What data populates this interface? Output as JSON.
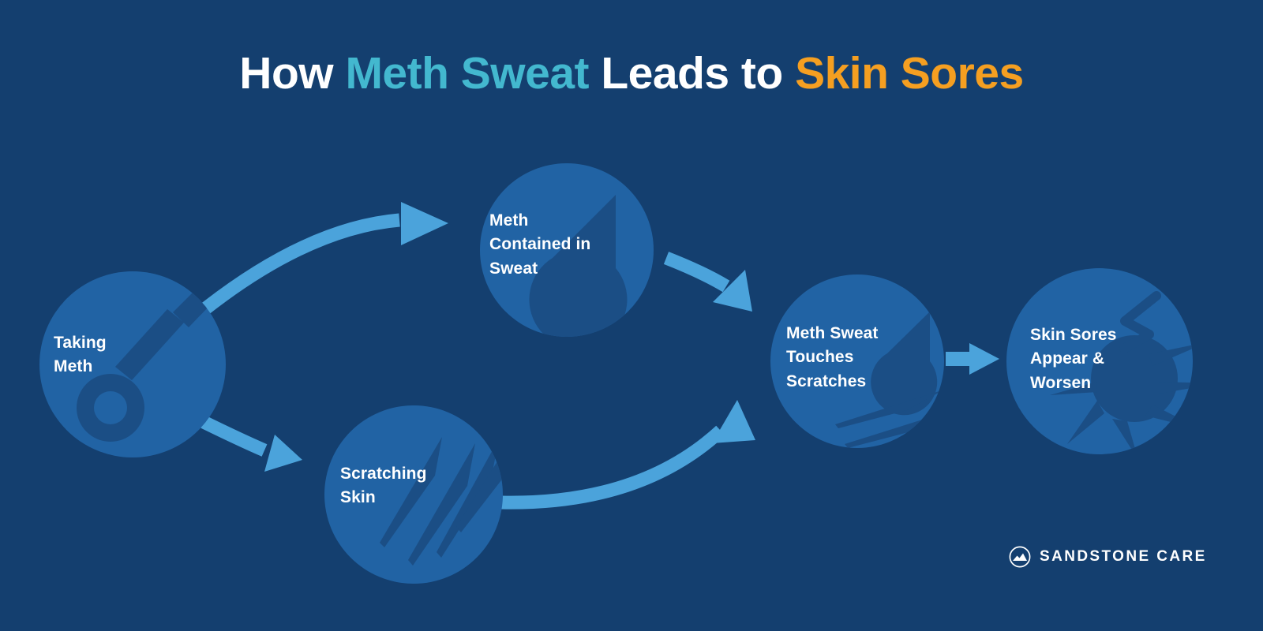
{
  "title": {
    "part1": "How ",
    "part2": "Meth Sweat",
    "part3": " Leads to ",
    "part4": "Skin Sores",
    "full": "How Meth Sweat Leads to Skin Sores"
  },
  "colors": {
    "background": "#143f6f",
    "node_circle": "#2163a4",
    "icon": "#1b4e85",
    "arrow": "#4ba3db",
    "title_white": "#ffffff",
    "title_teal": "#43b8cf",
    "title_orange": "#f59f21"
  },
  "nodes": [
    {
      "id": "taking-meth",
      "label": "Taking\nMeth",
      "icon": "meth-pipe-icon"
    },
    {
      "id": "meth-in-sweat",
      "label": "Meth\nContained in\nSweat",
      "icon": "water-droplet-icon"
    },
    {
      "id": "scratching-skin",
      "label": "Scratching\nSkin",
      "icon": "scratch-marks-icon"
    },
    {
      "id": "sweat-touches",
      "label": "Meth Sweat\nTouches\nScratches",
      "icon": "droplet-on-scratches-icon"
    },
    {
      "id": "skin-sores",
      "label": "Skin Sores\nAppear &\nWorsen",
      "icon": "skin-sore-burst-icon"
    }
  ],
  "arrows": [
    {
      "id": "arrow-taking-to-sweat",
      "from": "taking-meth",
      "to": "meth-in-sweat"
    },
    {
      "id": "arrow-taking-to-scratching",
      "from": "taking-meth",
      "to": "scratching-skin"
    },
    {
      "id": "arrow-sweat-to-touches",
      "from": "meth-in-sweat",
      "to": "sweat-touches"
    },
    {
      "id": "arrow-scratching-to-touches",
      "from": "scratching-skin",
      "to": "sweat-touches"
    },
    {
      "id": "arrow-touches-to-sores",
      "from": "sweat-touches",
      "to": "skin-sores"
    }
  ],
  "logo": {
    "text": "SANDSTONE CARE",
    "icon": "sandstone-mountain-icon"
  }
}
